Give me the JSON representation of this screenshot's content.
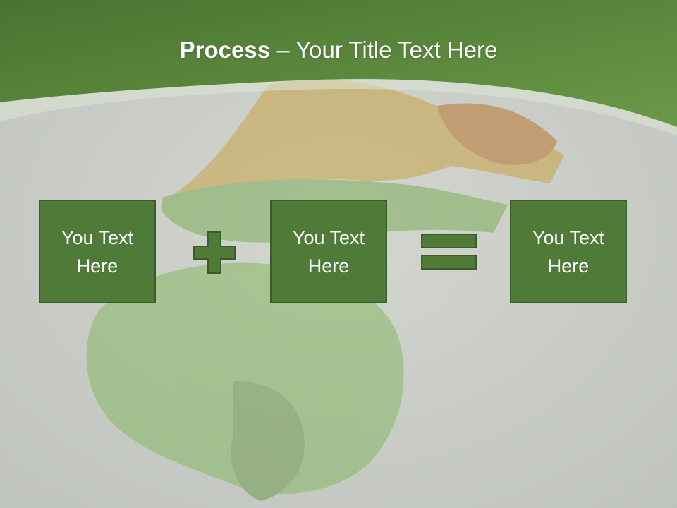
{
  "title": {
    "bold": "Process",
    "rest": " – Your Title Text Here"
  },
  "boxes": [
    {
      "text": "You Text Here"
    },
    {
      "text": "You Text Here"
    },
    {
      "text": "You Text Here"
    }
  ],
  "operators": [
    "plus-icon",
    "equals-icon"
  ],
  "colors": {
    "header_green": "#5a8a3c",
    "box_fill": "#4f7a37",
    "box_border": "#3a5c27",
    "background": "#c9ccc7",
    "text": "#ffffff"
  }
}
